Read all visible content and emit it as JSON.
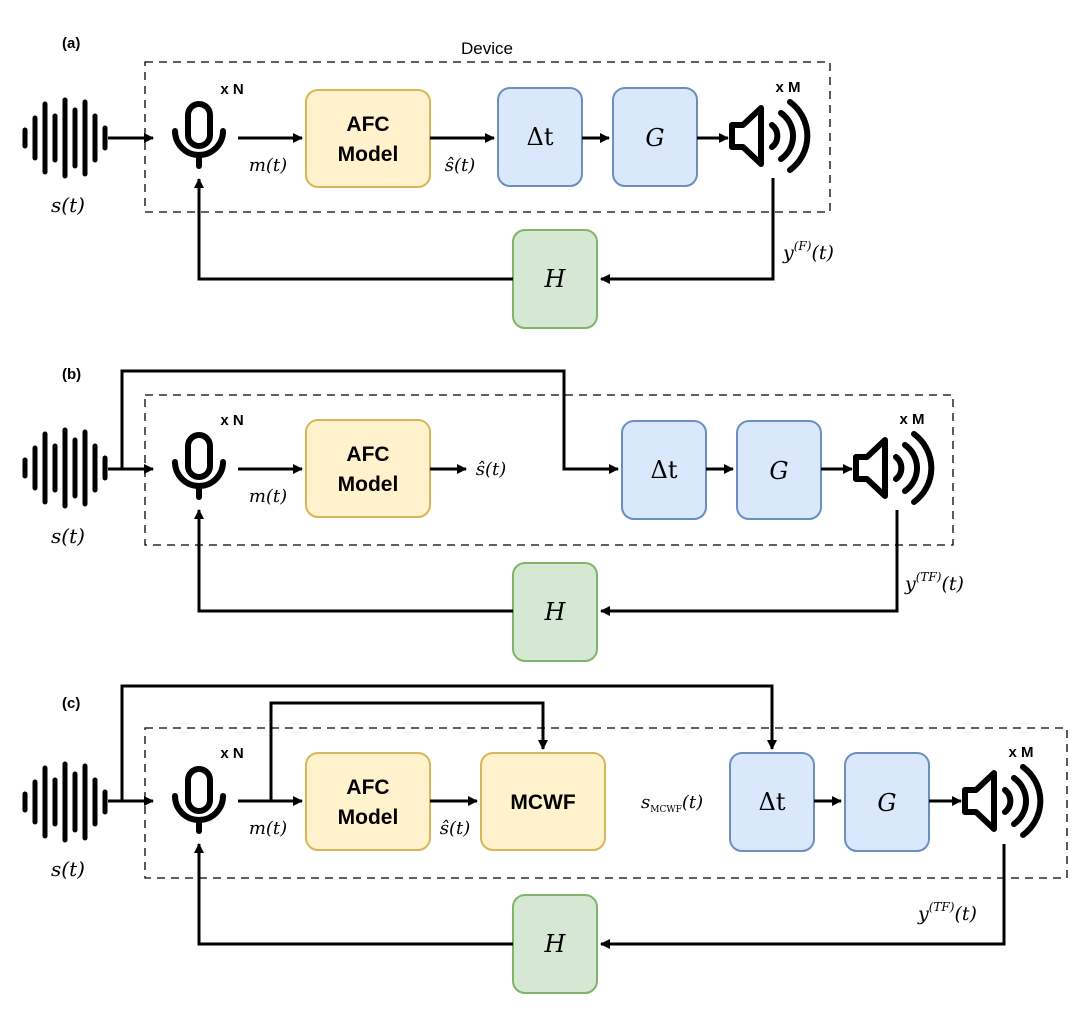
{
  "panels": [
    {
      "label": "(a)",
      "device_label": "Device",
      "mic_count": "x N",
      "speaker_count": "x M",
      "source": "s(t)",
      "mic_signal": "m(t)",
      "afc_label_line1": "AFC",
      "afc_label_line2": "Model",
      "afc_output": "ŝ(t)",
      "delay": "Δt",
      "gain": "G",
      "feedback_path": "H",
      "loudspeaker_signal": {
        "base": "y",
        "sup": "(F)",
        "arg": "(t)"
      }
    },
    {
      "label": "(b)",
      "mic_count": "x N",
      "speaker_count": "x M",
      "source": "s(t)",
      "mic_signal": "m(t)",
      "afc_label_line1": "AFC",
      "afc_label_line2": "Model",
      "afc_output": "ŝ(t)",
      "delay": "Δt",
      "gain": "G",
      "feedback_path": "H",
      "loudspeaker_signal": {
        "base": "y",
        "sup": "(TF)",
        "arg": "(t)"
      }
    },
    {
      "label": "(c)",
      "mic_count": "x N",
      "speaker_count": "x M",
      "source": "s(t)",
      "mic_signal": "m(t)",
      "afc_label_line1": "AFC",
      "afc_label_line2": "Model",
      "afc_output": "ŝ(t)",
      "mcwf_label": "MCWF",
      "mcwf_output": {
        "base": "s",
        "sub": "MCWF",
        "arg": "(t)"
      },
      "delay": "Δt",
      "gain": "G",
      "feedback_path": "H",
      "loudspeaker_signal": {
        "base": "y",
        "sup": "(TF)",
        "arg": "(t)"
      }
    }
  ],
  "colors": {
    "afc_fill": "#fff2cc",
    "afc_stroke": "#d6b656",
    "dsp_fill": "#dae8fc",
    "dsp_stroke": "#6c8ebf",
    "path_fill": "#d5e8d4",
    "path_stroke": "#82b366",
    "line": "#000000"
  },
  "icons": [
    "sound-wave-icon",
    "microphone-icon",
    "loudspeaker-icon"
  ]
}
